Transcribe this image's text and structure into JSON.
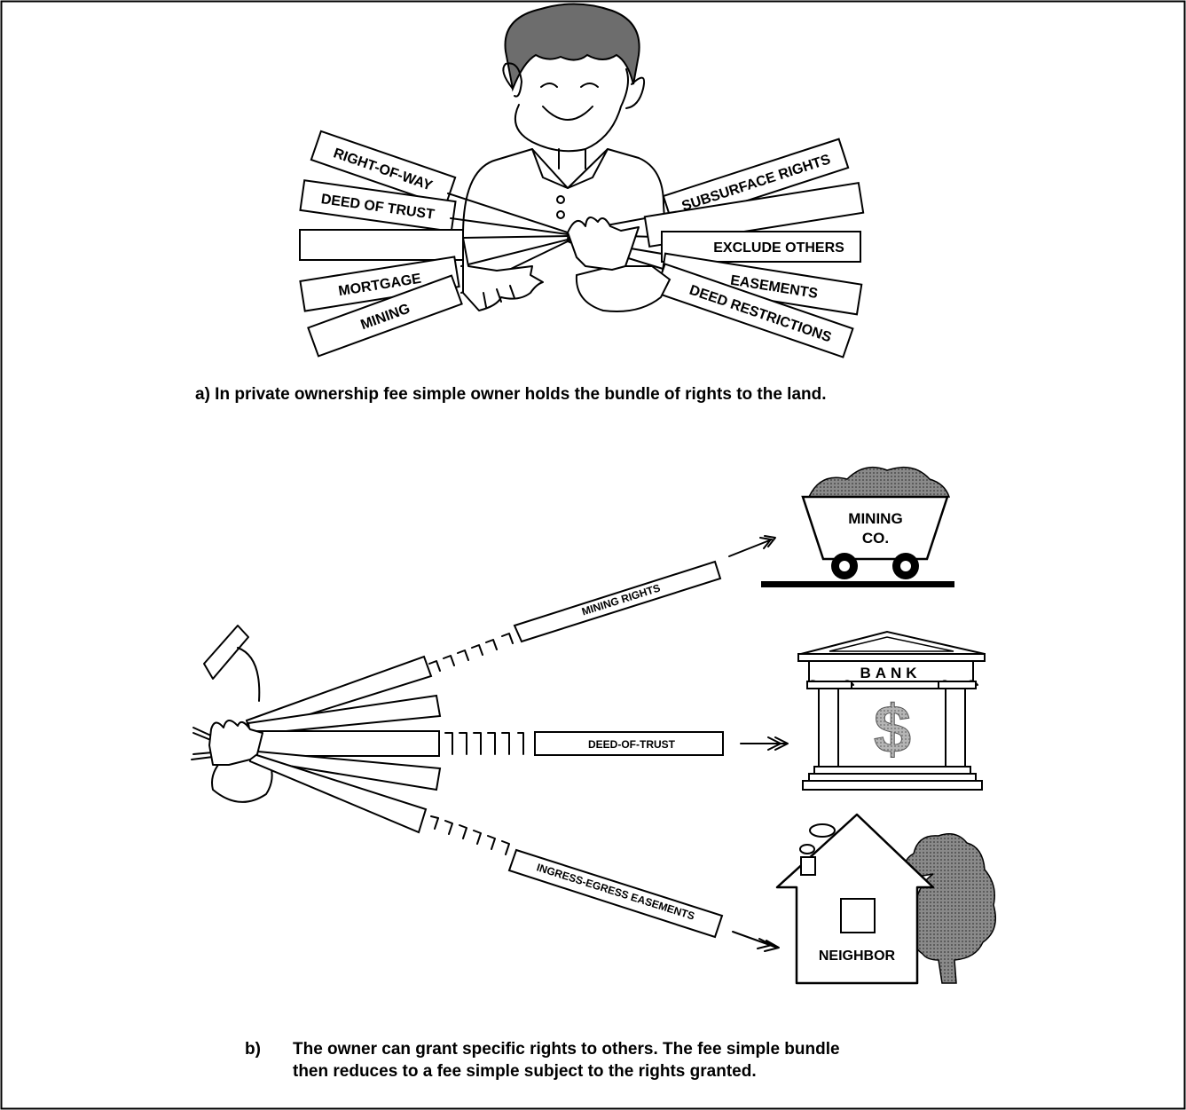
{
  "panel_a": {
    "left_strips": [
      "RIGHT-OF-WAY",
      "DEED OF TRUST",
      "",
      "MORTGAGE",
      "MINING"
    ],
    "right_strips": [
      "SUBSURFACE RIGHTS",
      "",
      "EXCLUDE OTHERS",
      "EASEMENTS",
      "DEED RESTRICTIONS"
    ],
    "caption": "a)  In private ownership fee simple owner holds the bundle of rights to the land."
  },
  "panel_b": {
    "granted_rights": [
      "MINING RIGHTS",
      "DEED-OF-TRUST",
      "INGRESS-EGRESS EASEMENTS"
    ],
    "mining_co": [
      "MINING",
      "CO."
    ],
    "bank": {
      "name": "BANK",
      "symbol": "$"
    },
    "neighbor": "NEIGHBOR",
    "caption_marker": "b)",
    "caption_line1": "The owner can grant specific rights to others.  The fee simple bundle",
    "caption_line2": "then reduces to a fee simple subject to the rights granted."
  },
  "colors": {
    "ink": "#000000",
    "shade": "#7a7a7a",
    "paper": "#ffffff"
  }
}
